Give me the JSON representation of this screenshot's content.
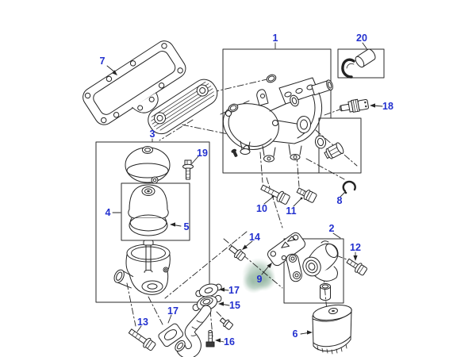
{
  "diagram": {
    "callouts": {
      "c1": "1",
      "c2": "2",
      "c3": "3",
      "c4": "4",
      "c5": "5",
      "c6": "6",
      "c7": "7",
      "c8": "8",
      "c9": "9",
      "c10": "10",
      "c11": "11",
      "c12": "12",
      "c13": "13",
      "c14": "14",
      "c15": "15",
      "c16": "16",
      "c17a": "17",
      "c17b": "17",
      "c18": "18",
      "c19": "19",
      "c20": "20"
    },
    "highlighted_callout": "9",
    "colors": {
      "label": "#2230cf",
      "line": "#232323",
      "highlight": "#8fb39e",
      "background": "#ffffff"
    }
  }
}
